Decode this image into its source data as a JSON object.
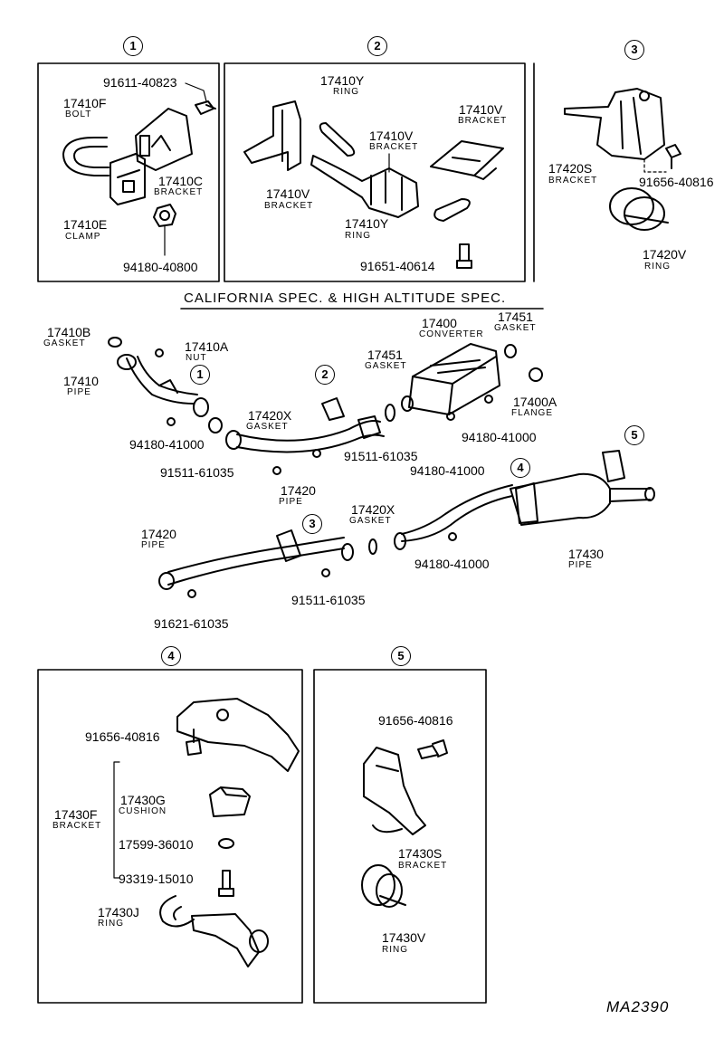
{
  "caption": "CALIFORNIA SPEC. & HIGH ALTITUDE SPEC.",
  "reference": "MA2390",
  "callouts": [
    "1",
    "2",
    "3",
    "4",
    "5"
  ],
  "panel1": {
    "screw": "91611-40823",
    "bolt_no": "17410F",
    "bolt_nm": "BOLT",
    "bracket_no": "17410C",
    "bracket_nm": "BRACKET",
    "clamp_no": "17410E",
    "clamp_nm": "CLAMP",
    "nut": "94180-40800"
  },
  "panel2": {
    "ring_top_no": "17410Y",
    "ring_top_nm": "RING",
    "bracket_r_no": "17410V",
    "bracket_r_nm": "BRACKET",
    "bracket_m_no": "17410V",
    "bracket_m_nm": "BRACKET",
    "bracket_l_no": "17410V",
    "bracket_l_nm": "BRACKET",
    "ring_bot_no": "17410Y",
    "ring_bot_nm": "RING",
    "bolt": "91651-40614"
  },
  "panel3": {
    "bracket_no": "17420S",
    "bracket_nm": "BRACKET",
    "bolt": "91656-40816",
    "ring_no": "17420V",
    "ring_nm": "RING"
  },
  "main": {
    "gasket_b_no": "17410B",
    "gasket_b_nm": "GASKET",
    "nut_a_no": "17410A",
    "nut_a_nm": "NUT",
    "pipe_no": "17410",
    "pipe_nm": "PIPE",
    "nut_1": "94180-41000",
    "gasket_x1_no": "17420X",
    "gasket_x1_nm": "GASKET",
    "bolt_a": "91511-61035",
    "bolt_b": "91511-61035",
    "pipe20a_no": "17420",
    "pipe20a_nm": "PIPE",
    "gasket51a_no": "17451",
    "gasket51a_nm": "GASKET",
    "converter_no": "17400",
    "converter_nm": "CONVERTER",
    "gasket51b_no": "17451",
    "gasket51b_nm": "GASKET",
    "flange_no": "17400A",
    "flange_nm": "FLANGE",
    "nut_2": "94180-41000",
    "nut_3": "94180-41000",
    "pipe20b_no": "17420",
    "pipe20b_nm": "PIPE",
    "gasket_x2_no": "17420X",
    "gasket_x2_nm": "GASKET",
    "nut_4": "94180-41000",
    "pipe30_no": "17430",
    "pipe30_nm": "PIPE",
    "bolt_c": "91511-61035",
    "bolt_d": "91621-61035"
  },
  "panel4": {
    "bolt": "91656-40816",
    "bracket_no": "17430F",
    "bracket_nm": "BRACKET",
    "cushion_no": "17430G",
    "cushion_nm": "CUSHION",
    "washer": "17599-36010",
    "screw": "93319-15010",
    "ring_no": "17430J",
    "ring_nm": "RING"
  },
  "panel5": {
    "bolt": "91656-40816",
    "bracket_no": "17430S",
    "bracket_nm": "BRACKET",
    "ring_no": "17430V",
    "ring_nm": "RING"
  }
}
